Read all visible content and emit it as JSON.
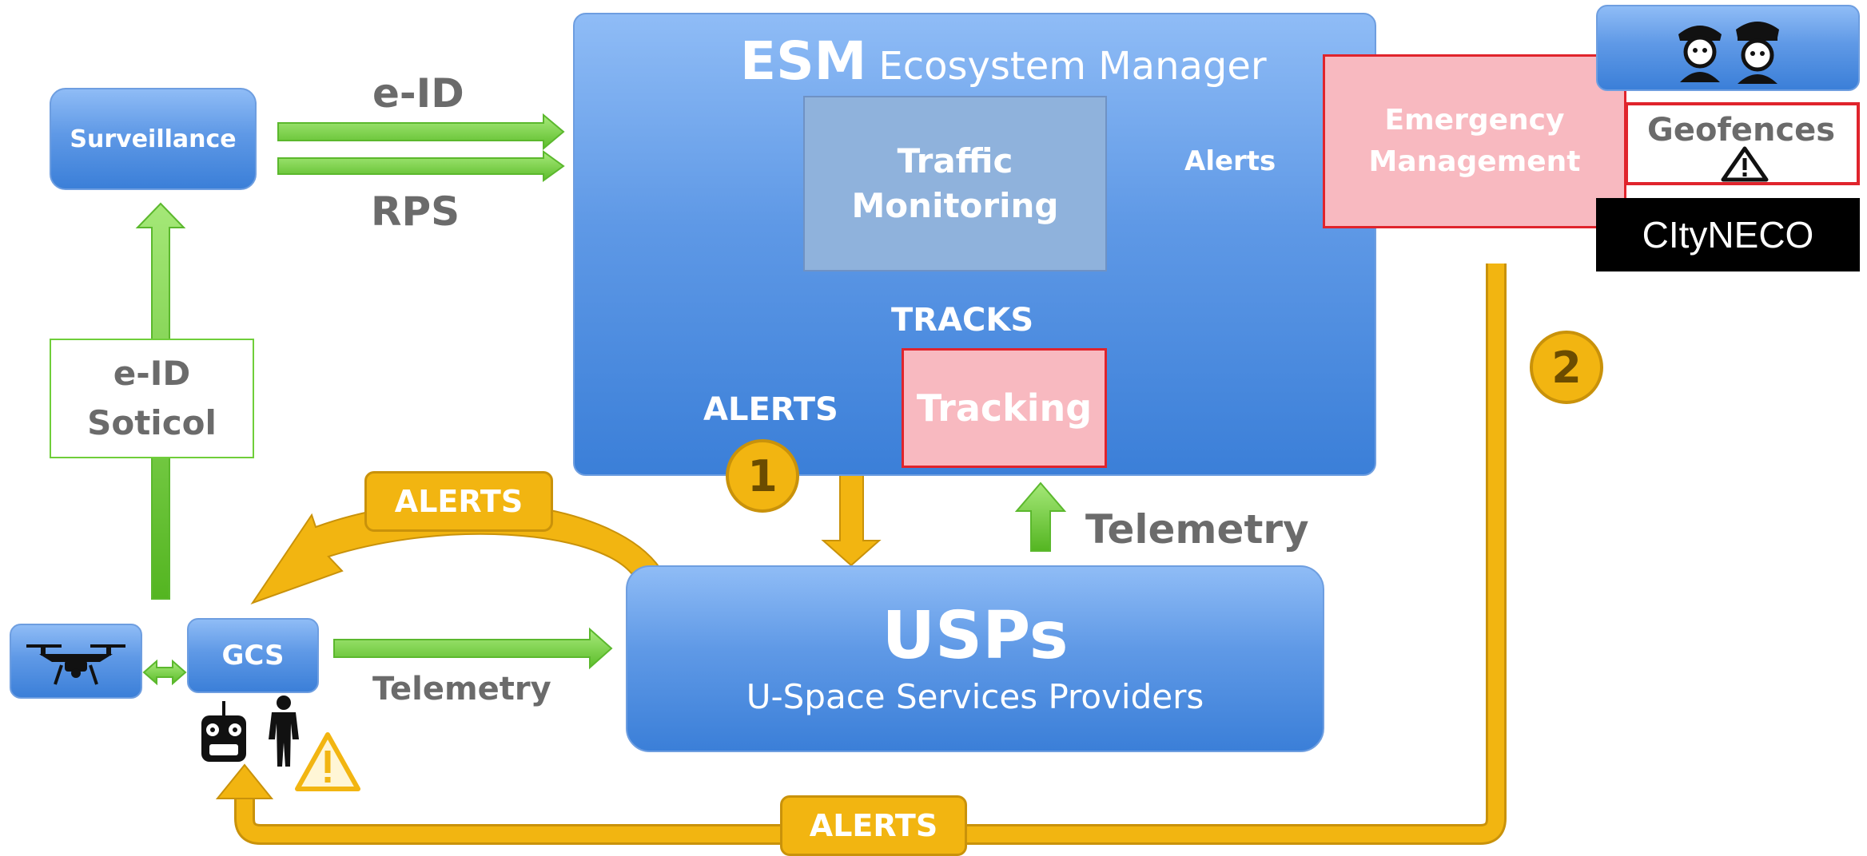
{
  "esm": {
    "acronym": "ESM",
    "name": "Ecosystem Manager"
  },
  "traffic_monitoring": {
    "line1": "Traffic",
    "line2": "Monitoring"
  },
  "tracking": {
    "label": "Tracking"
  },
  "tracks_label": "TRACKS",
  "esm_alerts_label": "ALERTS",
  "emergency": {
    "line1": "Emergency",
    "line2": "Management"
  },
  "alerts_arrow_label": "Alerts",
  "geofences": {
    "label": "Geofences"
  },
  "cityneco": {
    "label": "CItyNECO"
  },
  "surveillance": {
    "label": "Surveillance"
  },
  "eid_top_label": "e-ID",
  "rps_label": "RPS",
  "eid_soticol": {
    "line1": "e-ID",
    "line2": "Soticol"
  },
  "gcs": {
    "label": "GCS"
  },
  "usps": {
    "title": "USPs",
    "subtitle": "U-Space Services Providers"
  },
  "telemetry_upper": "Telemetry",
  "telemetry_lower": "Telemetry",
  "alerts_left_label": "ALERTS",
  "alerts_bottom_label": "ALERTS",
  "step1": "1",
  "step2": "2",
  "colors": {
    "blue_box": "#4a8ae0",
    "green_arrow": "#6fce3a",
    "orange_arrow": "#f2b511",
    "pink_box": "#f8b9c0",
    "red_border": "#e0242c",
    "gray_text": "#6b6b6b"
  },
  "icons": [
    "drone-icon",
    "remote-controller-icon",
    "pilot-person-icon",
    "warning-triangle-icon",
    "police-officers-icon",
    "geofence-warning-icon"
  ]
}
